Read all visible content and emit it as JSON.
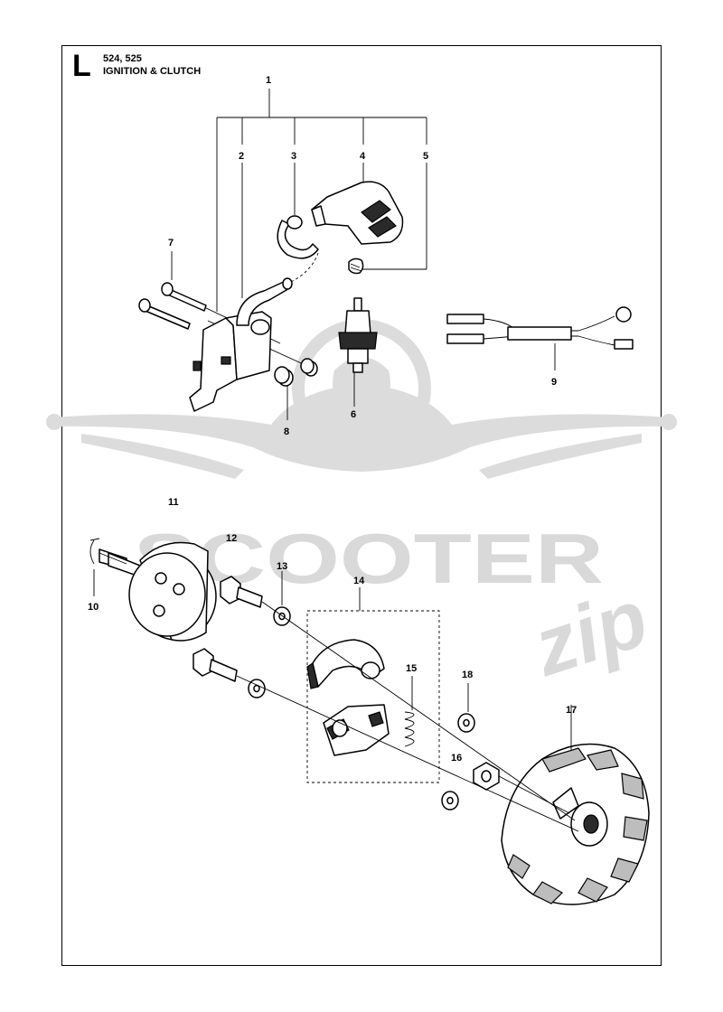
{
  "header": {
    "section_letter": "L",
    "models": "524, 525",
    "title": "IGNITION & CLUTCH"
  },
  "watermark": {
    "brand": "SCOOTER",
    "script": "zip",
    "color": "#d9d9d9"
  },
  "callouts": [
    {
      "id": "1",
      "label": "1"
    },
    {
      "id": "2",
      "label": "2"
    },
    {
      "id": "3",
      "label": "3"
    },
    {
      "id": "4",
      "label": "4"
    },
    {
      "id": "5",
      "label": "5"
    },
    {
      "id": "6",
      "label": "6"
    },
    {
      "id": "7",
      "label": "7"
    },
    {
      "id": "8",
      "label": "8"
    },
    {
      "id": "9",
      "label": "9"
    },
    {
      "id": "10",
      "label": "10"
    },
    {
      "id": "11",
      "label": "11"
    },
    {
      "id": "12",
      "label": "12"
    },
    {
      "id": "13",
      "label": "13"
    },
    {
      "id": "14",
      "label": "14"
    },
    {
      "id": "15",
      "label": "15"
    },
    {
      "id": "16",
      "label": "16"
    },
    {
      "id": "17",
      "label": "17"
    },
    {
      "id": "18",
      "label": "18"
    }
  ]
}
